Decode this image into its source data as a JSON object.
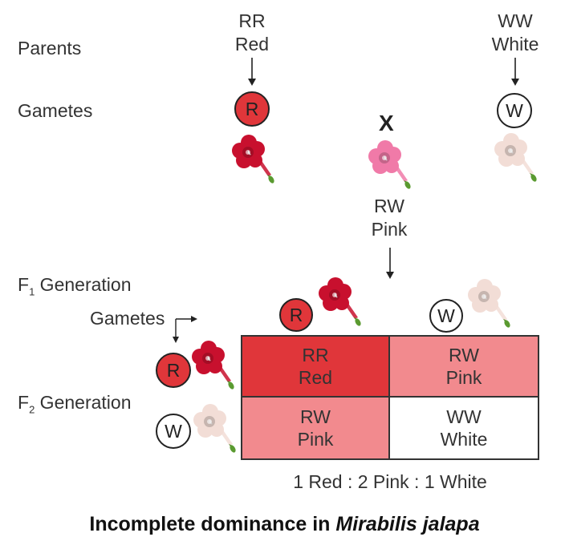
{
  "labels": {
    "parents": "Parents",
    "gametes": "Gametes",
    "f1_generation_prefix": "F",
    "f1_generation_sub": "1",
    "f1_generation_rest": " Generation",
    "gametes_f1": "Gametes",
    "f2_generation_prefix": "F",
    "f2_generation_sub": "2",
    "f2_generation_rest": " Generation",
    "cross_symbol": "X"
  },
  "parents": {
    "left": {
      "genotype": "RR",
      "phenotype": "Red",
      "gamete": "R"
    },
    "right": {
      "genotype": "WW",
      "phenotype": "White",
      "gamete": "W"
    }
  },
  "f1": {
    "genotype": "RW",
    "phenotype": "Pink"
  },
  "punnett": {
    "column_gametes": [
      "R",
      "W"
    ],
    "row_gametes": [
      "R",
      "W"
    ],
    "cells": [
      [
        {
          "genotype": "RR",
          "phenotype": "Red"
        },
        {
          "genotype": "RW",
          "phenotype": "Pink"
        }
      ],
      [
        {
          "genotype": "RW",
          "phenotype": "Pink"
        },
        {
          "genotype": "WW",
          "phenotype": "White"
        }
      ]
    ]
  },
  "ratio": "1 Red : 2 Pink : 1 White",
  "caption": {
    "main": "Incomplete dominance in ",
    "species": "Mirabilis jalapa"
  },
  "colors": {
    "red": "#e0363a",
    "pink": "#f28a8e",
    "white": "#ffffff",
    "red_flower": "#c8102e",
    "pink_flower": "#f07aa8",
    "white_flower": "#f2ddd6"
  },
  "icons": [
    "red-flower-icon",
    "pink-flower-icon",
    "white-flower-icon",
    "arrow-down-icon"
  ]
}
